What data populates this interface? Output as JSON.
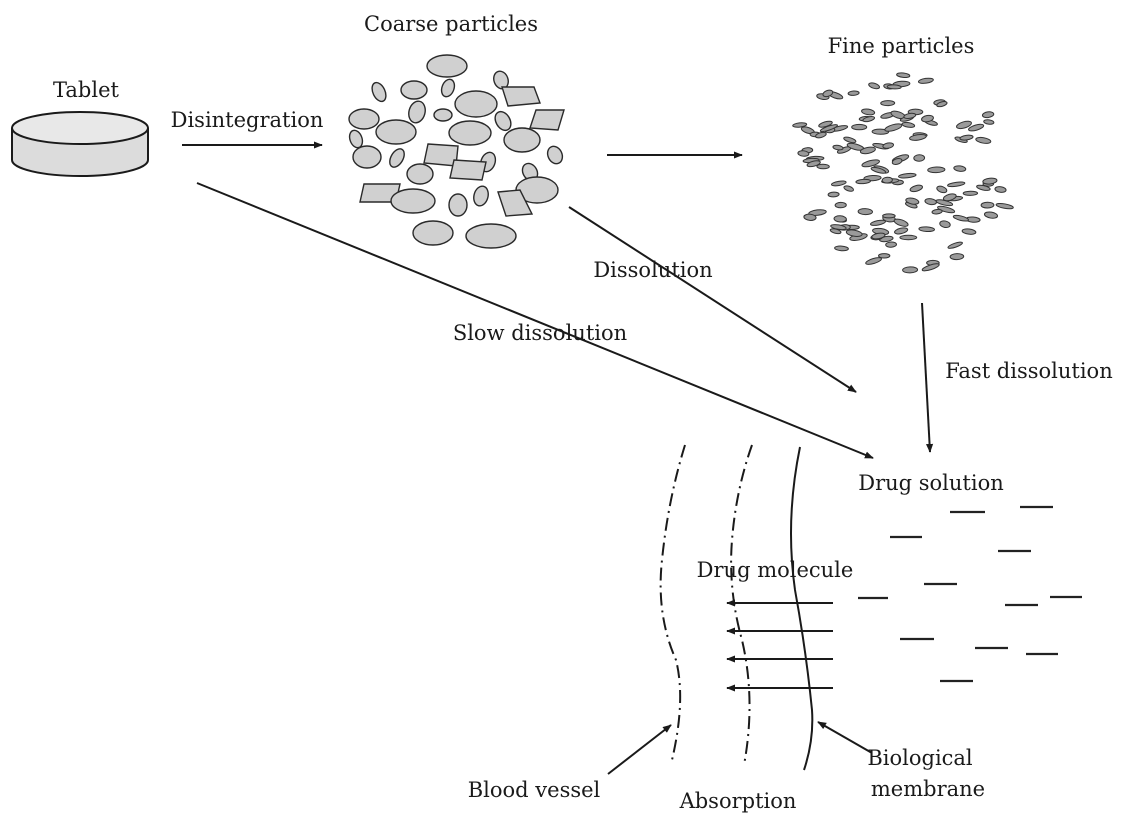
{
  "diagram": {
    "labels": {
      "tablet": "Tablet",
      "disintegration": "Disintegration",
      "coarse_particles": "Coarse particles",
      "fine_particles": "Fine particles",
      "dissolution": "Dissolution",
      "slow_dissolution": "Slow dissolution",
      "fast_dissolution": "Fast dissolution",
      "drug_solution": "Drug solution",
      "drug_molecule": "Drug molecule",
      "blood_vessel": "Blood vessel",
      "absorption": "Absorption",
      "biological_membrane_line1": "Biological",
      "biological_membrane_line2": "membrane"
    },
    "colors": {
      "ink": "#1a1a1a",
      "particle_fill": "#d0d0d0",
      "fine_particle_fill": "#9a9a9a"
    }
  }
}
